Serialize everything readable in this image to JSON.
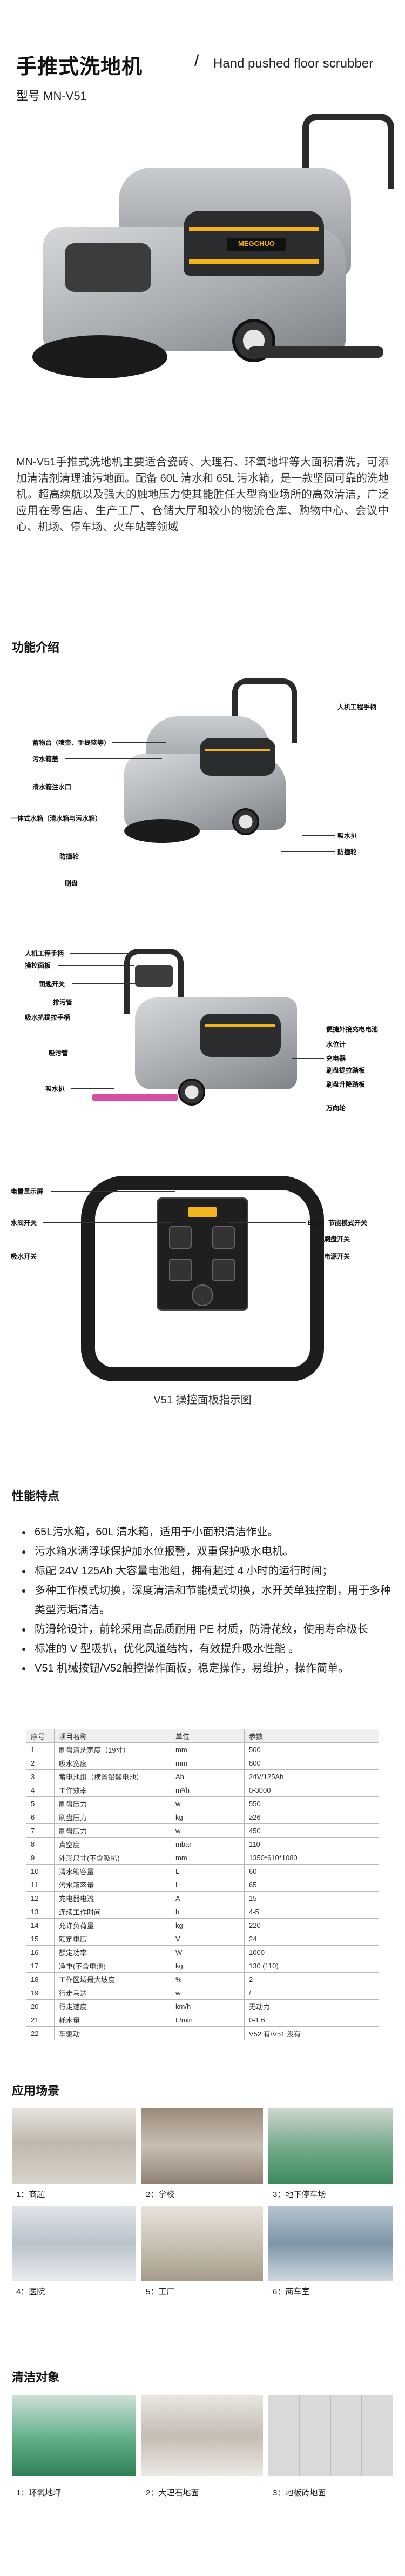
{
  "hero": {
    "title": "手推式洗地机",
    "slash": "/",
    "subtitle_en": "Hand pushed floor scrubber",
    "model": "型号 MN-V51",
    "machine_badge": "MEGCHUO"
  },
  "intro": "MN-V51手推式洗地机主要适合瓷砖、大理石、环氧地坪等大面积清洗，可添加清洁剂清理油污地面。配备 60L 清水和 65L 污水箱，是一款坚固可靠的洗地机。超高续航以及强大的触地压力使其能胜任大型商业场所的高效清洁，广泛应用在零售店、生产工厂、仓储大厅和较小的物流仓库、购物中心、会议中心、机场、停车场、火车站等领域",
  "function": {
    "title": "功能介绍",
    "view1": {
      "right": [
        "人机工程手柄",
        "吸水扒",
        "防撞轮"
      ],
      "left": [
        "蓄物台（喷壶、手提篮等）",
        "污水箱盖",
        "清水箱注水口",
        "一体式水箱（清水箱与污水箱）",
        "防撞轮",
        "刷盘"
      ]
    },
    "view2": {
      "left": [
        "人机工程手柄",
        "操控面板",
        "钥匙开关",
        "排污管",
        "吸水扒提拉手柄",
        "吸污管",
        "吸水扒"
      ],
      "right": [
        "便捷外接充电电池",
        "水位计",
        "充电器",
        "刷盘提拉踏板",
        "刷盘升降踏板",
        "万向轮"
      ]
    },
    "panel": {
      "left": [
        "电量显示屏",
        "水阀开关",
        "吸水开关"
      ],
      "right": [
        "ECO　节能模式开关",
        "刷盘开关",
        "电源开关"
      ],
      "caption": "V51 操控面板指示图"
    }
  },
  "features": {
    "title": "性能特点",
    "items": [
      "65L污水箱，60L 清水箱，适用于小面积清洁作业。",
      "污水箱水满浮球保护加水位报警，双重保护吸水电机。",
      "标配 24V 125Ah 大容量电池组，拥有超过 4 小时的运行时间；",
      "多种工作模式切换，深度清洁和节能模式切换，水开关单独控制，用于多种类型污垢清洁。",
      "防滑轮设计，前轮采用高品质耐用 PE 材质，防滑花纹，使用寿命极长",
      "标准的 V 型吸扒，优化风道结构，有效提升吸水性能 。",
      "V51 机械按钮/V52触控操作面板，稳定操作，易维护，操作简单。"
    ]
  },
  "specs": {
    "headers": [
      "序号",
      "项目名称",
      "单位",
      "参数"
    ],
    "rows": [
      [
        "1",
        "刷盘清洗宽度（19寸）",
        "mm",
        "500"
      ],
      [
        "2",
        "吸水宽度",
        "mm",
        "800"
      ],
      [
        "3",
        "蓄电池组（横置铅酸电池）",
        "Ah",
        "24V/125Ah"
      ],
      [
        "4",
        "工作效率",
        "m²/h",
        "0-3000"
      ],
      [
        "5",
        "刷盘压力",
        "w",
        "550"
      ],
      [
        "6",
        "刷盘压力",
        "kg",
        "≥26"
      ],
      [
        "7",
        "刷盘压力",
        "w",
        "450"
      ],
      [
        "8",
        "真空度",
        "mbar",
        "110"
      ],
      [
        "9",
        "外形尺寸(不含吸扒)",
        "mm",
        "1350*610*1080"
      ],
      [
        "10",
        "清水箱容量",
        "L",
        "60"
      ],
      [
        "11",
        "污水箱容量",
        "L",
        "65"
      ],
      [
        "12",
        "充电器电流",
        "A",
        "15"
      ],
      [
        "13",
        "连续工作时间",
        "h",
        "4-5"
      ],
      [
        "14",
        "允许负荷量",
        "kg",
        "220"
      ],
      [
        "15",
        "额定电压",
        "V",
        "24"
      ],
      [
        "16",
        "额定功率",
        "W",
        "1000"
      ],
      [
        "17",
        "净重(不含电池)",
        "kg",
        "130 (110)"
      ],
      [
        "18",
        "工作区域最大坡度",
        "%",
        "2"
      ],
      [
        "19",
        "行走马达",
        "w",
        "/"
      ],
      [
        "20",
        "行走速度",
        "km/h",
        "无动力"
      ],
      [
        "21",
        "耗水量",
        "L/min",
        "0-1.6"
      ],
      [
        "22",
        "车驱动",
        "",
        "V52 有/V51 没有"
      ]
    ]
  },
  "scenes": {
    "title": "应用场景",
    "labels": [
      "1：商超",
      "2：学校",
      "3：地下停车场",
      "4：医院",
      "5：工厂",
      "6：商车室"
    ]
  },
  "objects": {
    "title": "清洁对象",
    "labels": [
      "1：环氧地坪",
      "2：大理石地面",
      "3：地板砖地面"
    ]
  },
  "colors": {
    "accent": "#f2b31b",
    "machine_grey": "#a9adb1",
    "dark": "#1d1d1d"
  }
}
